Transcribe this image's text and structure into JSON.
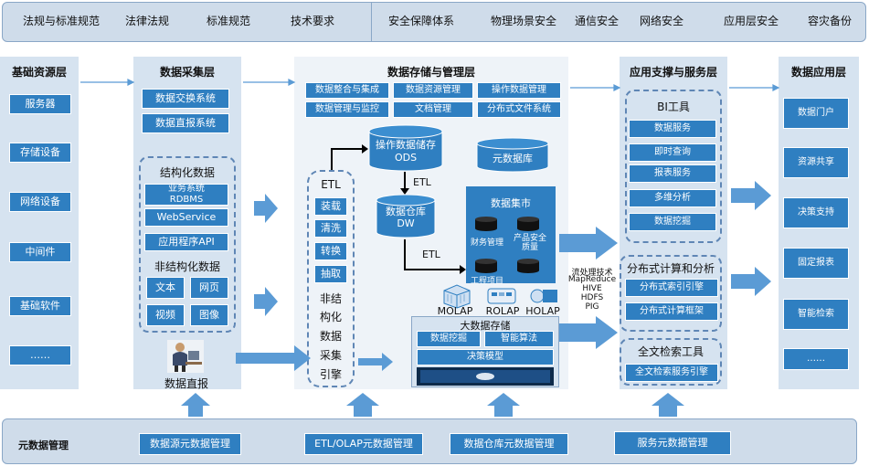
{
  "top_bar": {
    "items": [
      "法规与标准规范",
      "法律法规",
      "标准规范",
      "技术要求",
      "安全保障体系",
      "物理场景安全",
      "通信安全",
      "网络安全",
      "应用层安全",
      "容灾备份"
    ]
  },
  "basic_resources": {
    "title": "基础资源层",
    "items": [
      "服务器",
      "存储设备",
      "网络设备",
      "中间件",
      "基础软件",
      "……"
    ]
  },
  "data_collection": {
    "title": "数据采集层",
    "top_items": [
      "数据交换系统",
      "数据直报系统"
    ],
    "structured_title": "结构化数据",
    "structured_items": [
      "业务系统\nRDBMS",
      "WebService",
      "应用程序API"
    ],
    "unstructured_title": "非结构化数据",
    "unstructured_items": [
      "文本",
      "网页",
      "视频",
      "图像"
    ],
    "direct_report_label": "数据直报"
  },
  "storage": {
    "title": "数据存储与管理层",
    "top_items": [
      "数据整合与集成",
      "数据资源管理",
      "操作数据管理",
      "数据管理与监控",
      "文档管理",
      "分布式文件系统"
    ],
    "etl_title": "ETL",
    "etl_items": [
      "装载",
      "清洗",
      "转换",
      "抽取"
    ],
    "etl_bottom_text": [
      "非结",
      "构化",
      "数据",
      "采集",
      "引擎"
    ],
    "ods": "操作数据储存\nODS",
    "metadata_db": "元数据库",
    "etl_label_1": "ETL",
    "dw": "数据仓库\nDW",
    "etl_label_2": "ETL",
    "data_mart_title": "数据集市",
    "data_mart_items": [
      "财务管理",
      "产品安全\n质量",
      "工程项目",
      ""
    ],
    "olap_labels": [
      "MOLAP",
      "ROLAP",
      "HOLAP"
    ],
    "bigdata_title": "大数据存储",
    "bigdata_items": [
      "数据挖掘",
      "智能算法",
      "决策模型"
    ],
    "tech_text": [
      "流处理技术",
      "MapReduce",
      "HIVE",
      "HDFS",
      "PIG"
    ]
  },
  "app_support": {
    "title": "应用支撑与服务层",
    "bi_title": "BI工具",
    "bi_items": [
      "数据服务",
      "即时查询",
      "报表服务",
      "多维分析",
      "数据挖掘"
    ],
    "dist_title": "分布式计算和分析",
    "dist_items": [
      "分布式索引引擎",
      "分布式计算框架"
    ],
    "search_title": "全文检索工具",
    "search_items": [
      "全文检索服务引擎"
    ]
  },
  "data_app": {
    "title": "数据应用层",
    "items": [
      "数据门户",
      "资源共享",
      "决策支持",
      "固定报表",
      "智能检索",
      "……"
    ]
  },
  "metadata": {
    "title": "元数据管理",
    "items": [
      "数据源元数据管理",
      "ETL/OLAP元数据管理",
      "数据仓库元数据管理",
      "服务元数据管理"
    ]
  },
  "colors": {
    "blue": "#2f7fc1",
    "column": "#d6e3f0",
    "band": "#cfdcea",
    "arrow": "#5b9bd5"
  }
}
